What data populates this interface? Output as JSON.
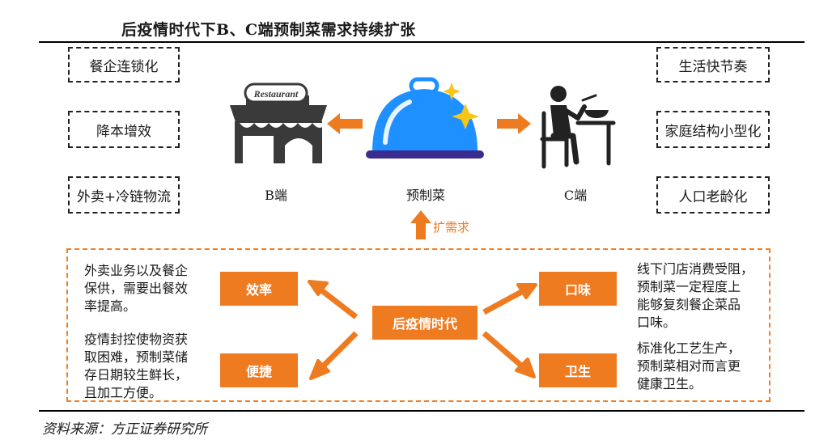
{
  "title": "后疫情时代下B、C端预制菜需求持续扩张",
  "source": "资料来源：方正证券研究所",
  "b_drivers": [
    "餐企连锁化",
    "降本增效",
    "外卖+冷链物流"
  ],
  "c_drivers": [
    "生活快节奏",
    "家庭结构小型化",
    "人口老龄化"
  ],
  "restaurant_sign": "Restaurant",
  "labels": {
    "b": "B端",
    "center": "预制菜",
    "c": "C端",
    "expand": "扩需求"
  },
  "hub": "后疫情时代",
  "factors": {
    "efficiency": "效率",
    "convenience": "便捷",
    "taste": "口味",
    "hygiene": "卫生"
  },
  "notes": {
    "efficiency": [
      "外卖业务以及餐企",
      "保供，需要出餐效",
      "率提高。"
    ],
    "convenience": [
      "疫情封控使物资获",
      "取困难，预制菜储",
      "存日期较生鲜长，",
      "且加工方便。"
    ],
    "taste": [
      "线下门店消费受阻，",
      "预制菜一定程度上",
      "能够复刻餐企菜品",
      "口味。"
    ],
    "hygiene": [
      "标准化工艺生产，",
      "预制菜相对而言更",
      "健康卫生。"
    ]
  },
  "colors": {
    "orange": "#ef7b21",
    "blue": "#1e90ff",
    "purple": "#3b2d8f",
    "gold": "#f5c518",
    "dark": "#3a3a3a"
  }
}
